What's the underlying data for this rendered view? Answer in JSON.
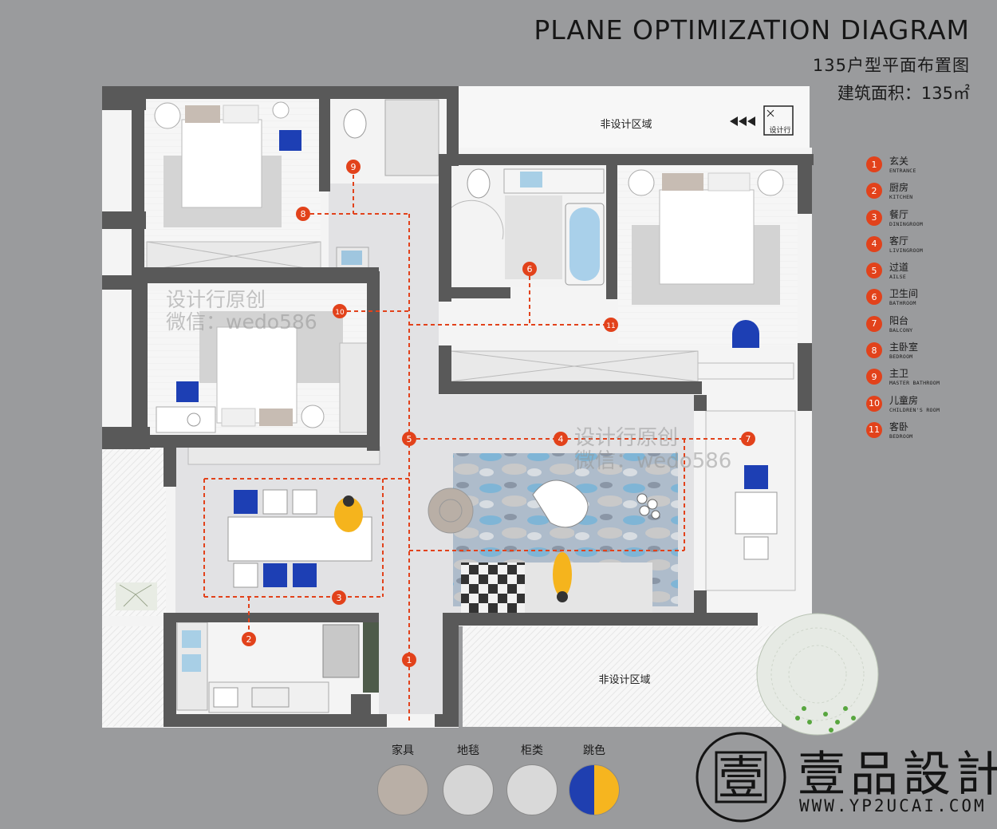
{
  "title": "PLANE OPTIMIZATION DIAGRAM",
  "subtitle": "135户型平面布置图",
  "area_text": "建筑面积：135㎡",
  "non_design_label": "非设计区域",
  "north_label": "设计行",
  "legend": [
    {
      "num": "1",
      "cn": "玄关",
      "en": "ENTRANCE"
    },
    {
      "num": "2",
      "cn": "厨房",
      "en": "KITCHEN"
    },
    {
      "num": "3",
      "cn": "餐厅",
      "en": "DININGROOM"
    },
    {
      "num": "4",
      "cn": "客厅",
      "en": "LIVINGROOM"
    },
    {
      "num": "5",
      "cn": "过道",
      "en": "AILSE"
    },
    {
      "num": "6",
      "cn": "卫生间",
      "en": "BATHROOM"
    },
    {
      "num": "7",
      "cn": "阳台",
      "en": "BALCONY"
    },
    {
      "num": "8",
      "cn": "主卧室",
      "en": "BEDROOM"
    },
    {
      "num": "9",
      "cn": "主卫",
      "en": "MASTER BATHROOM"
    },
    {
      "num": "10",
      "cn": "儿童房",
      "en": "CHILDREN'S ROOM"
    },
    {
      "num": "11",
      "cn": "客卧",
      "en": "BEDROOM"
    }
  ],
  "swatches": [
    {
      "label": "家具",
      "color": "#b9afa6"
    },
    {
      "label": "地毯",
      "color": "#d6d6d6"
    },
    {
      "label": "柜类",
      "color": "#d9d9d9"
    },
    {
      "label": "跳色",
      "color_left": "#1f3fb0",
      "color_right": "#f6b51f"
    }
  ],
  "watermark_line1": "设计行原创",
  "watermark_line2": "微信：wedo586",
  "brand_name": "壹品設計",
  "brand_url": "WWW.YP2UCAI.COM",
  "brand_mark": "壹",
  "colors": {
    "accent": "#e2421b",
    "wall": "#555555",
    "floor": "#e4e4e6",
    "room": "#f4f4f4",
    "blue": "#1d3fb4",
    "yellow": "#f5b41d"
  }
}
